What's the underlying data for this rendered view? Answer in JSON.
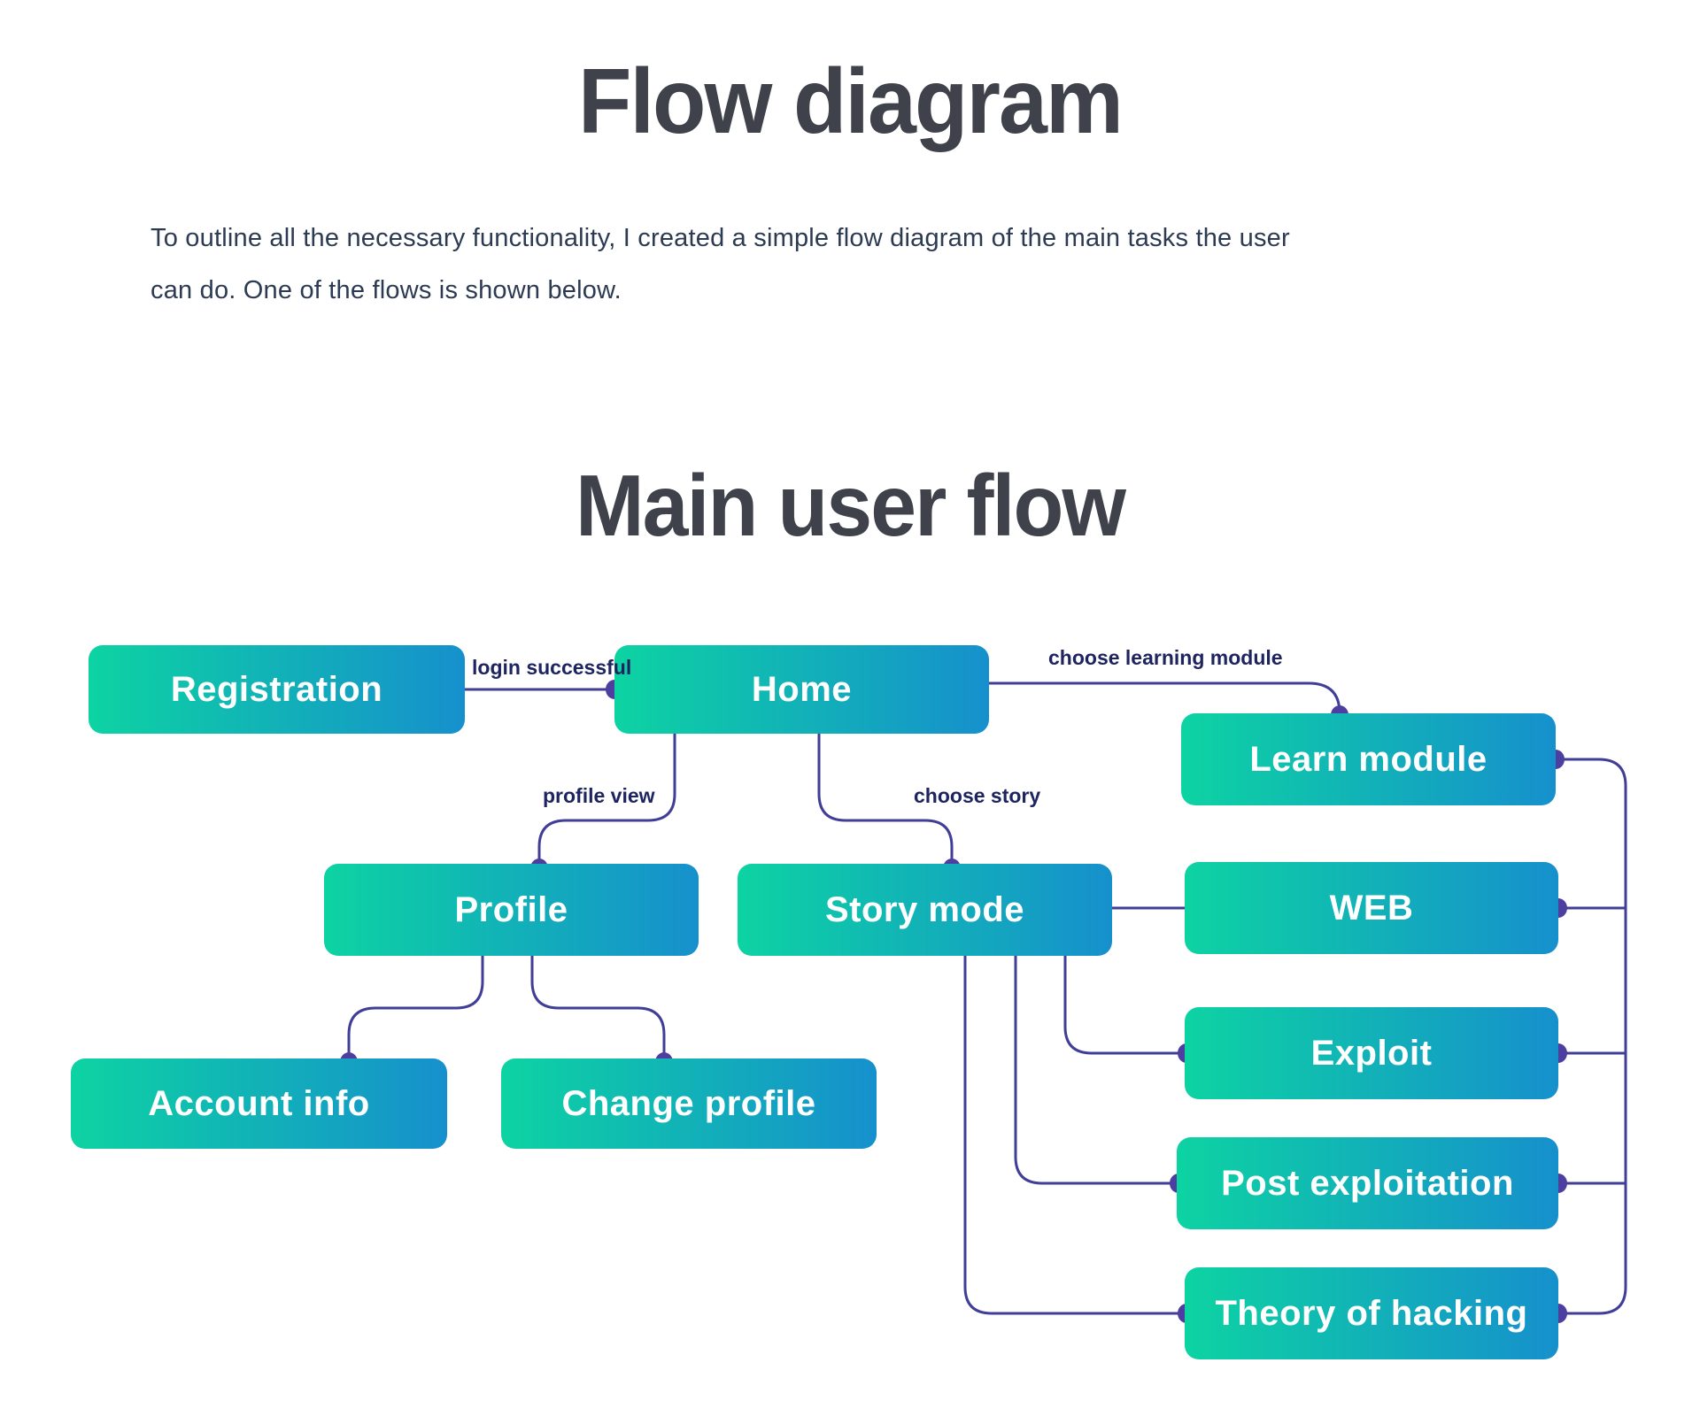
{
  "page": {
    "title": "Flow diagram",
    "intro_lines": [
      "To outline all the necessary functionality, I created a simple flow diagram of the main tasks the user",
      "can do. One of the flows is shown below."
    ],
    "section_title": "Main user flow"
  },
  "diagram": {
    "nodes": [
      {
        "id": "registration",
        "label": "Registration"
      },
      {
        "id": "home",
        "label": "Home"
      },
      {
        "id": "learn-module",
        "label": "Learn module"
      },
      {
        "id": "profile",
        "label": "Profile"
      },
      {
        "id": "story-mode",
        "label": "Story mode"
      },
      {
        "id": "web",
        "label": "WEB"
      },
      {
        "id": "exploit",
        "label": "Exploit"
      },
      {
        "id": "account-info",
        "label": "Account info"
      },
      {
        "id": "change-profile",
        "label": "Change profile"
      },
      {
        "id": "post-exploitation",
        "label": "Post exploitation"
      },
      {
        "id": "theory-of-hacking",
        "label": "Theory of hacking"
      }
    ],
    "edge_labels": [
      {
        "id": "login-successful",
        "text": "login successful"
      },
      {
        "id": "choose-learning-module",
        "text": "choose learning module"
      },
      {
        "id": "profile-view",
        "text": "profile view"
      },
      {
        "id": "choose-story",
        "text": "choose story"
      }
    ],
    "edges": [
      {
        "from": "Registration",
        "to": "Home",
        "label": "login successful"
      },
      {
        "from": "Home",
        "to": "Learn module",
        "label": "choose learning module"
      },
      {
        "from": "Home",
        "to": "Profile",
        "label": "profile view"
      },
      {
        "from": "Home",
        "to": "Story mode",
        "label": "choose story"
      },
      {
        "from": "Profile",
        "to": "Account info",
        "label": ""
      },
      {
        "from": "Profile",
        "to": "Change profile",
        "label": ""
      },
      {
        "from": "Story mode",
        "to": "WEB",
        "label": ""
      },
      {
        "from": "Story mode",
        "to": "Exploit",
        "label": ""
      },
      {
        "from": "Story mode",
        "to": "Post exploitation",
        "label": ""
      },
      {
        "from": "Story mode",
        "to": "Theory of hacking",
        "label": ""
      },
      {
        "from": "Learn module",
        "to": "WEB",
        "label": ""
      },
      {
        "from": "Learn module",
        "to": "Exploit",
        "label": ""
      },
      {
        "from": "Learn module",
        "to": "Post exploitation",
        "label": ""
      },
      {
        "from": "Learn module",
        "to": "Theory of hacking",
        "label": ""
      }
    ]
  },
  "colors": {
    "node_gradient_start": "#0dd3a2",
    "node_gradient_end": "#1690cd",
    "connector": "#403e97",
    "connector_dot": "#4c3fa0",
    "heading": "#3f424b",
    "paragraph": "#2c3a52",
    "edge_label": "#1e2460",
    "node_text": "#ffffff",
    "background": "#ffffff"
  }
}
